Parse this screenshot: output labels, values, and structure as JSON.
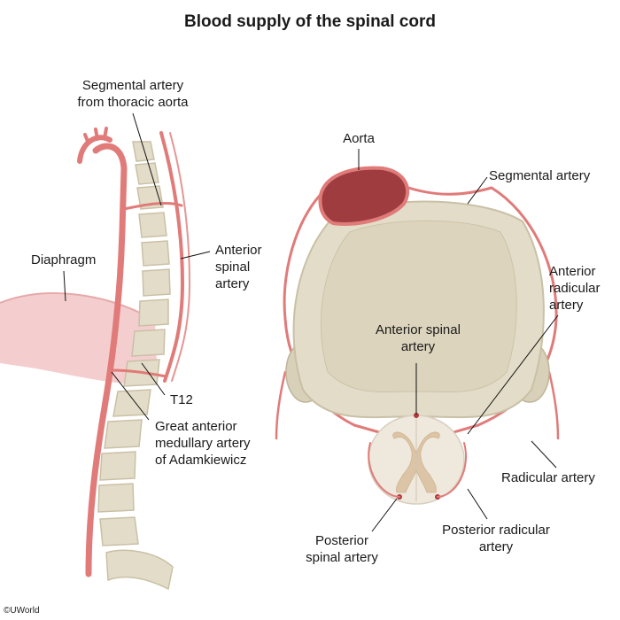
{
  "title": "Blood supply of the spinal cord",
  "labels": {
    "segmental_thoracic_line1": "Segmental artery",
    "segmental_thoracic_line2": "from thoracic aorta",
    "diaphragm": "Diaphragm",
    "anterior_spinal_left_line1": "Anterior",
    "anterior_spinal_left_line2": "spinal",
    "anterior_spinal_left_line3": "artery",
    "t12": "T12",
    "adamkiewicz_line1": "Great anterior",
    "adamkiewicz_line2": "medullary artery",
    "adamkiewicz_line3": "of Adamkiewicz",
    "aorta": "Aorta",
    "segmental_artery": "Segmental artery",
    "anterior_radicular_line1": "Anterior",
    "anterior_radicular_line2": "radicular",
    "anterior_radicular_line3": "artery",
    "anterior_spinal_right_line1": "Anterior spinal",
    "anterior_spinal_right_line2": "artery",
    "radicular_artery": "Radicular artery",
    "posterior_radicular_line1": "Posterior radicular",
    "posterior_radicular_line2": "artery",
    "posterior_spinal_line1": "Posterior",
    "posterior_spinal_line2": "spinal artery"
  },
  "copyright": "©UWorld",
  "colors": {
    "artery": "#e07b79",
    "bone": "#e3dcc8",
    "bone_shadow": "#c9c0a6",
    "aorta_lumen": "#9e3c3f",
    "diaphragm": "#f2c6c7",
    "spinal_cord": "#efe8dc",
    "gray_matter": "#dcc4a6"
  }
}
